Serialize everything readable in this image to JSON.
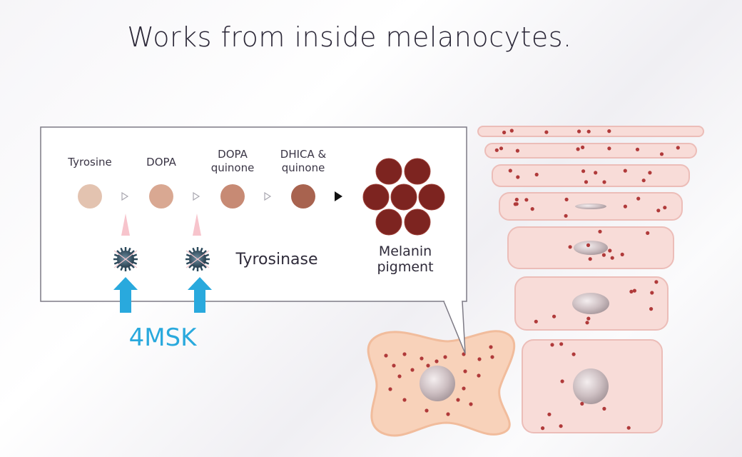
{
  "title": "Works from inside melanocytes.",
  "pathway": {
    "steps": [
      {
        "line1": "Tyrosine",
        "line2": "",
        "color": "#e3c3b0"
      },
      {
        "line1": "DOPA",
        "line2": "",
        "color": "#d9a892"
      },
      {
        "line1": "DOPA",
        "line2": "quinone",
        "color": "#c78a74"
      },
      {
        "line1": "DHICA &",
        "line2": "quinone",
        "color": "#a8634f"
      }
    ],
    "melanin_line1": "Melanin",
    "melanin_line2": "pigment",
    "melanin_color": "#7d2420",
    "enzyme_label": "Tyrosinase",
    "inhibitor_label": "4MSK",
    "colors": {
      "inhibitor_arrow": "#29a9dd",
      "enzyme": "#2d4a5c",
      "cell": "#f9d5bf",
      "skin_layer": "#f8dcd8",
      "pigment_dot": "#b03a3a",
      "nucleus": "#c9b8bb"
    }
  }
}
